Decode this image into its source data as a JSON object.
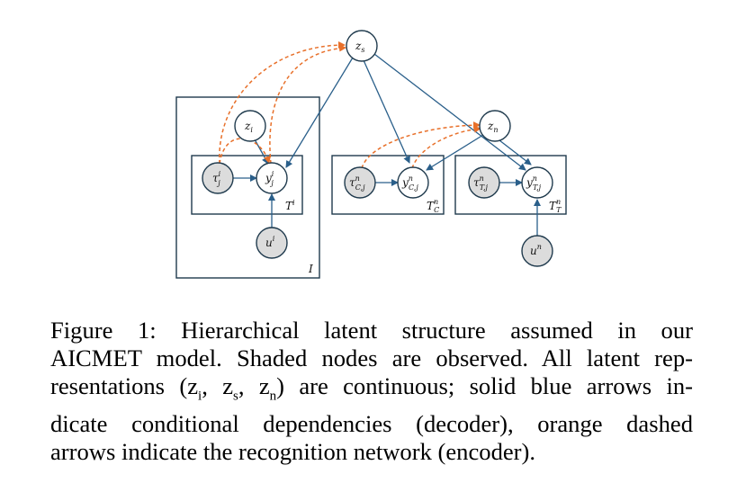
{
  "nodes": {
    "zs": "z_s",
    "zi": "z_i",
    "zn": "z_n",
    "tau_i": "τ_j^i",
    "y_i": "y_j^i",
    "u_i": "u^i",
    "tau_c": "τ_{C,j}^n",
    "y_c": "y_{C,j}^n",
    "tau_t": "τ_{T,j}^n",
    "y_t": "y_{T,j}^n",
    "u_n": "u^n"
  },
  "plates": {
    "outer_i": "I",
    "inner_i": "T^i",
    "tc": "T_C^n",
    "tt": "T_T^n"
  },
  "colors": {
    "solid_arrow": "#2a5f8a",
    "dashed_arrow": "#e8702a",
    "observed_fill": "#dcdcdc",
    "latent_fill": "#ffffff",
    "plate_stroke": "#1f3a4d"
  },
  "caption": {
    "text": "Figure 1: Hierarchical latent structure assumed in our AICMET model. Shaded nodes are observed. All latent representations (zi, zs, zn) are continuous; solid blue arrows indicate conditional dependencies (decoder), orange dashed arrows indicate the recognition network (encoder).",
    "line1": "Figure 1: Hierarchical latent structure assumed in our",
    "line2": "AICMET model. Shaded nodes are observed. All latent rep-",
    "line3": "resentations (z",
    "line3_i": "i",
    "line3_mid1": ", z",
    "line3_s": "s",
    "line3_mid2": ", z",
    "line3_n": "n",
    "line3_end": ") are continuous; solid blue arrows in-",
    "line4": "dicate conditional dependencies (decoder), orange dashed",
    "line5": "arrows indicate the recognition network (encoder)."
  }
}
